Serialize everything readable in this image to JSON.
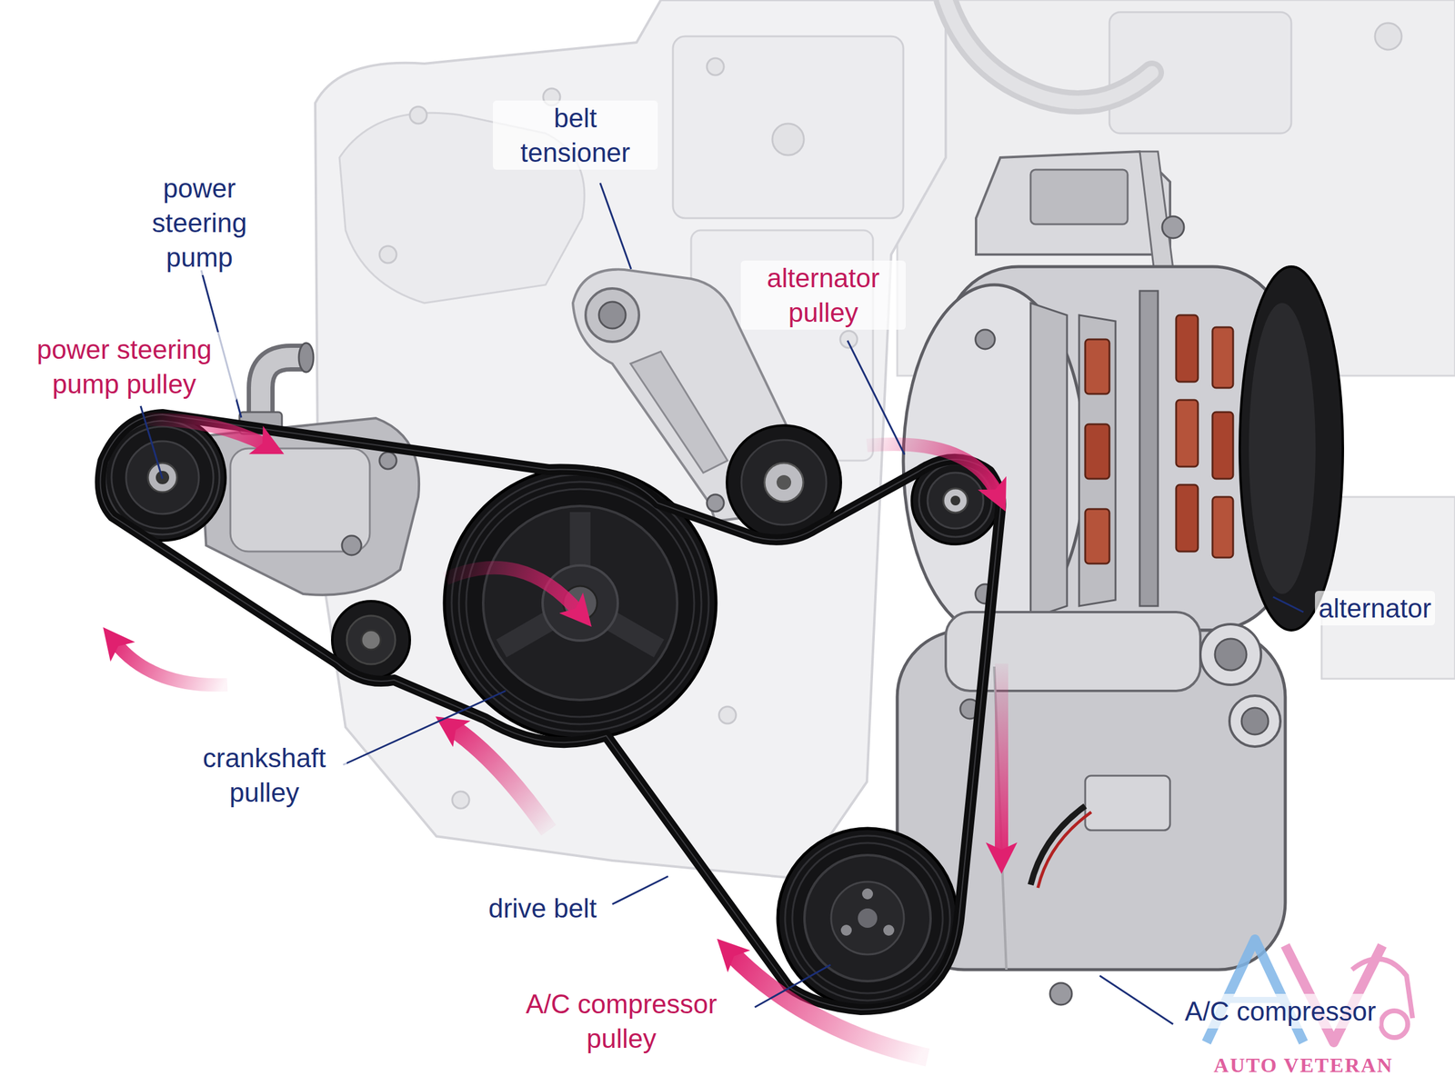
{
  "diagram": {
    "labels": [
      "belt tensioner",
      "power steering pump",
      "power steering pump pulley",
      "alternator pulley",
      "alternator",
      "crankshaft pulley",
      "drive belt",
      "A/C compressor pulley",
      "A/C compressor",
      "AUTO VETERAN"
    ]
  }
}
